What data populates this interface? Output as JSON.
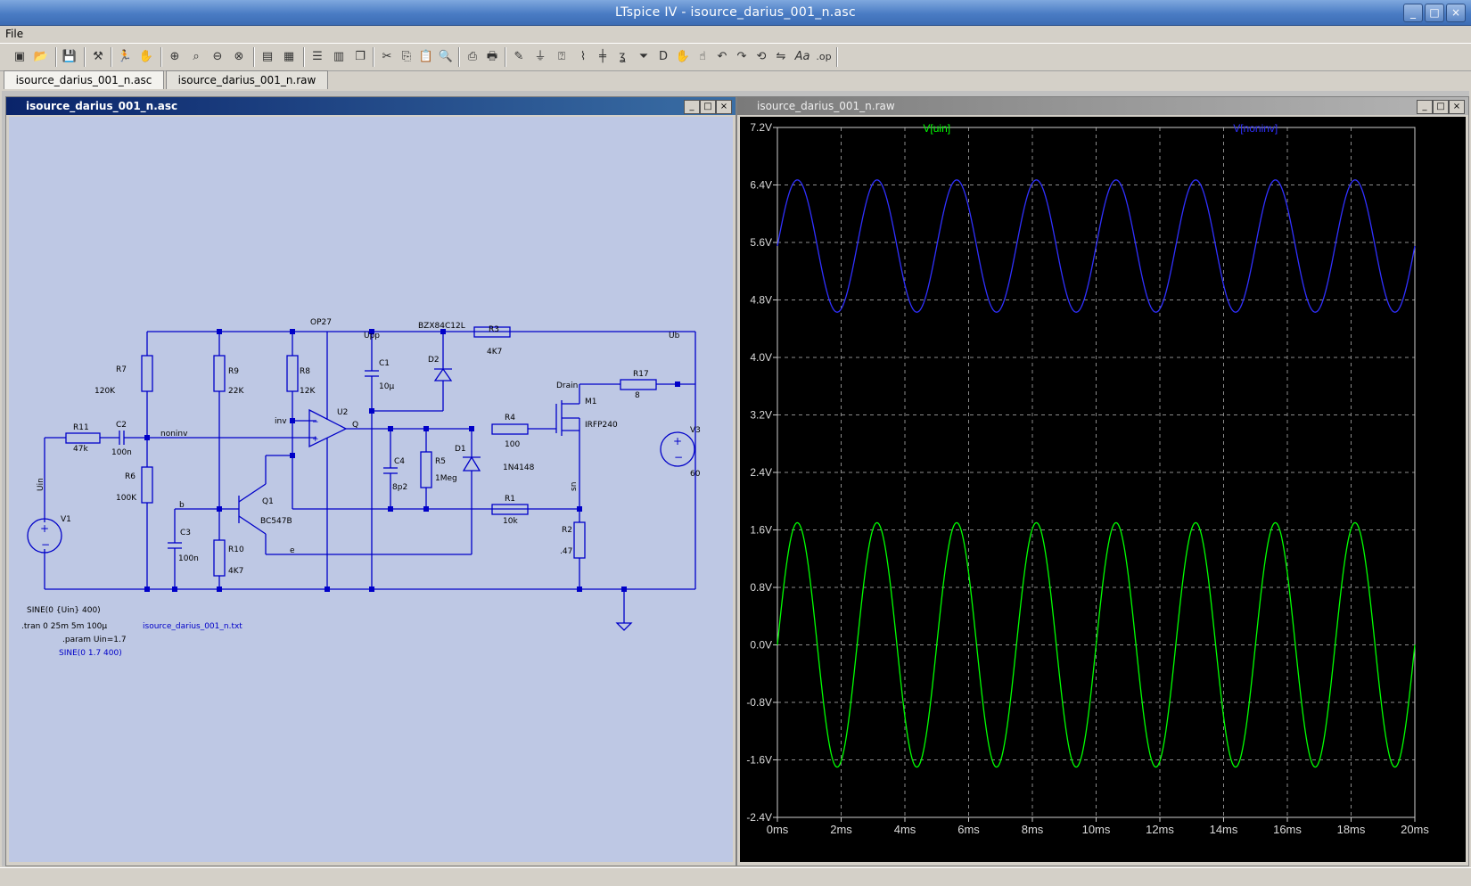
{
  "window": {
    "title": "LTspice IV - isource_darius_001_n.asc"
  },
  "menu": {
    "file": "File"
  },
  "tabs": [
    {
      "label": "isource_darius_001_n.asc"
    },
    {
      "label": "isource_darius_001_n.raw"
    }
  ],
  "schematic_window": {
    "title": "isource_darius_001_n.asc"
  },
  "waveform_window": {
    "title": "isource_darius_001_n.raw"
  },
  "schematic": {
    "components": {
      "R11": "R11",
      "R11_val": "47k",
      "C2": "C2",
      "C2_val": "100n",
      "R7": "R7",
      "R7_val": "120K",
      "R6": "R6",
      "R6_val": "100K",
      "R9": "R9",
      "R9_val": "22K",
      "R8": "R8",
      "R8_val": "12K",
      "R10": "R10",
      "R10_val": "4K7",
      "C3": "C3",
      "C3_val": "100n",
      "Q1": "Q1",
      "Q1_val": "BC547B",
      "U2": "U2",
      "U2_val": "OP27",
      "C1": "C1",
      "C1_val": "10µ",
      "D2": "D2",
      "D2_val": "BZX84C12L",
      "R3": "R3",
      "R3_val": "4K7",
      "C4": "C4",
      "C4_val": "8p2",
      "R5": "R5",
      "R5_val": "1Meg",
      "D1": "D1",
      "D1_val": "1N4148",
      "R4": "R4",
      "R4_val": "100",
      "R1": "R1",
      "R1_val": "10k",
      "M1": "M1",
      "M1_val": "IRFP240",
      "R17": "R17",
      "R17_val": "8",
      "R2": "R2",
      "R2_val": ".47",
      "V3": "V3",
      "V3_val": "60",
      "V1": "V1"
    },
    "nets": {
      "uin": "Uin",
      "noninv": "noninv",
      "inv": "inv",
      "b": "b",
      "e": "e",
      "q": "Q",
      "upp": "Upp",
      "ub": "Ub",
      "drain": "Drain",
      "sn": "sn"
    },
    "directives": {
      "v1_source": "SINE(0 {Uin} 400)",
      "tran": ".tran 0 25m 5m 100µ",
      "param": ".param Uin=1.7",
      "sine_value": "SINE(0 1.7 400)",
      "include": "isource_darius_001_n.txt"
    }
  },
  "chart_data": {
    "type": "line",
    "x_label": "",
    "y_label": "",
    "xlim": [
      0,
      20
    ],
    "ylim": [
      -2.4,
      7.2
    ],
    "x_ticks": [
      "0ms",
      "2ms",
      "4ms",
      "6ms",
      "8ms",
      "10ms",
      "12ms",
      "14ms",
      "16ms",
      "18ms",
      "20ms"
    ],
    "y_ticks": [
      "7.2V",
      "6.4V",
      "5.6V",
      "4.8V",
      "4.0V",
      "3.2V",
      "2.4V",
      "1.6V",
      "0.8V",
      "0.0V",
      "-0.8V",
      "-1.6V",
      "-2.4V"
    ],
    "grid": true,
    "series": [
      {
        "name": "V[uin]",
        "color": "#00ff00",
        "waveform": "sine",
        "frequency_hz": 400,
        "offset_v": 0.0,
        "amplitude_v": 1.7,
        "phase_deg": 0
      },
      {
        "name": "V[noninv]",
        "color": "#3030ff",
        "waveform": "sine",
        "frequency_hz": 400,
        "offset_v": 5.55,
        "amplitude_v": 0.92,
        "phase_deg": 0
      }
    ]
  },
  "colors": {
    "schematic_bg": "#bec8e4",
    "wire": "#0000c8",
    "plot_bg": "#000000",
    "grid": "#8c8c8c"
  }
}
